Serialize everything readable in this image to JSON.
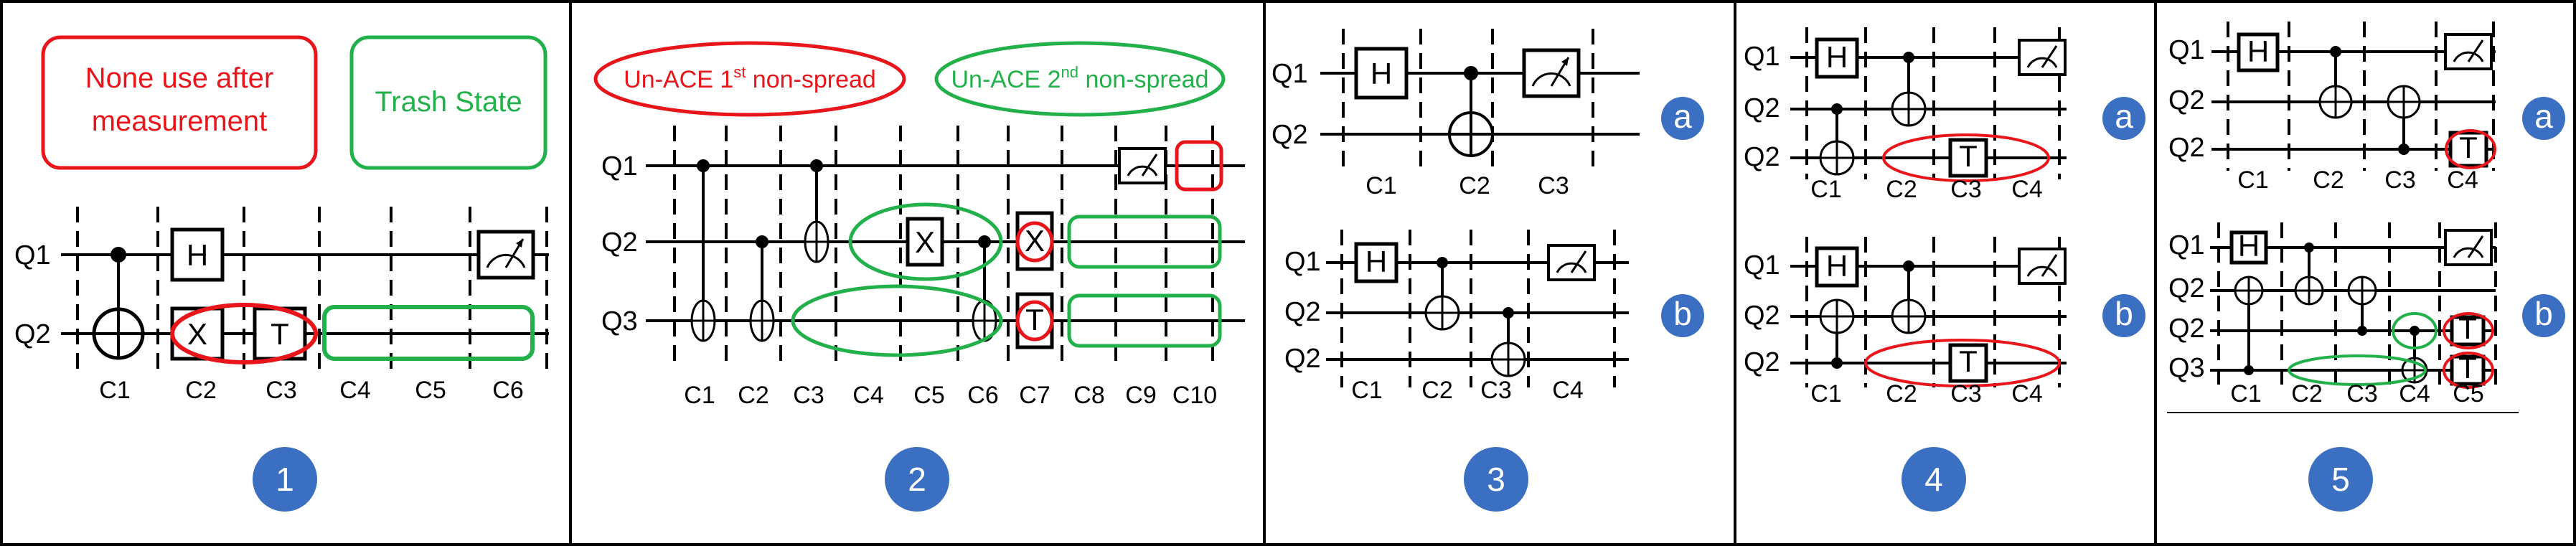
{
  "panels": [
    {
      "id": "1",
      "number": "1",
      "legend": {
        "red": "None use after measurement",
        "red_line1": "None use after",
        "red_line2": "measurement",
        "green": "Trash State"
      },
      "qubits": [
        "Q1",
        "Q2"
      ],
      "cycles": [
        "C1",
        "C2",
        "C3",
        "C4",
        "C5",
        "C6"
      ],
      "gates": {
        "h": "H",
        "x": "X",
        "t": "T"
      }
    },
    {
      "id": "2",
      "number": "2",
      "legend": {
        "red": "Un-ACE 1st non-spread",
        "red_pre": "Un-ACE 1",
        "red_sup": "st",
        "red_post": " non-spread",
        "green": "Un-ACE 2nd non-spread",
        "green_pre": "Un-ACE 2",
        "green_sup": "nd",
        "green_post": "  non-spread"
      },
      "qubits": [
        "Q1",
        "Q2",
        "Q3"
      ],
      "cycles": [
        "C1",
        "C2",
        "C3",
        "C4",
        "C5",
        "C6",
        "C7",
        "C8",
        "C9",
        "C10"
      ],
      "gates": {
        "x": "X",
        "t": "T"
      }
    },
    {
      "id": "3",
      "number": "3",
      "a": {
        "label": "a",
        "qubits": [
          "Q1",
          "Q2"
        ],
        "cycles": [
          "C1",
          "C2",
          "C3"
        ],
        "gates": {
          "h": "H"
        }
      },
      "b": {
        "label": "b",
        "qubits": [
          "Q1",
          "Q2",
          "Q2"
        ],
        "cycles": [
          "C1",
          "C2",
          "C3",
          "C4"
        ],
        "gates": {
          "h": "H"
        }
      }
    },
    {
      "id": "4",
      "number": "4",
      "a": {
        "label": "a",
        "qubits": [
          "Q1",
          "Q2",
          "Q2"
        ],
        "cycles": [
          "C1",
          "C2",
          "C3",
          "C4"
        ],
        "gates": {
          "h": "H",
          "t": "T"
        }
      },
      "b": {
        "label": "b",
        "qubits": [
          "Q1",
          "Q2",
          "Q2"
        ],
        "cycles": [
          "C1",
          "C2",
          "C3",
          "C4"
        ],
        "gates": {
          "h": "H",
          "t": "T"
        }
      }
    },
    {
      "id": "5",
      "number": "5",
      "a": {
        "label": "a",
        "qubits": [
          "Q1",
          "Q2",
          "Q2"
        ],
        "cycles": [
          "C1",
          "C2",
          "C3",
          "C4"
        ],
        "gates": {
          "h": "H",
          "t": "T"
        }
      },
      "b": {
        "label": "b",
        "qubits": [
          "Q1",
          "Q2",
          "Q2",
          "Q3"
        ],
        "cycles": [
          "C1",
          "C2",
          "C3",
          "C4",
          "C5"
        ],
        "gates": {
          "h": "H",
          "t": "T",
          "t2": "T"
        }
      }
    }
  ],
  "colors": {
    "red": "#e8161b",
    "green": "#22b04a",
    "badge": "#3a6fc2",
    "ink": "#000000"
  },
  "icons": [
    "measurement-icon",
    "cnot-target-icon",
    "control-dot-icon"
  ]
}
